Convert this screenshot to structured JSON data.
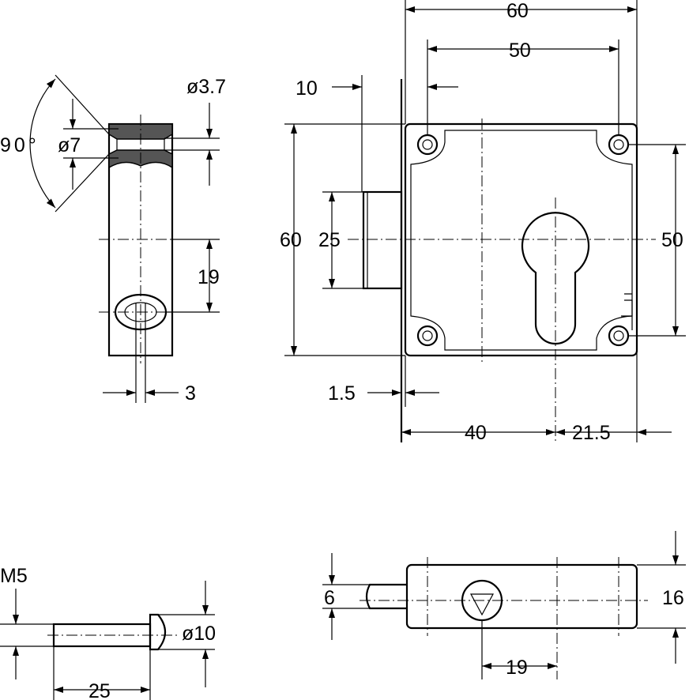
{
  "drawing": {
    "front_view": {
      "overall_width": "60",
      "hole_spacing_horizontal": "50",
      "bolt_projection": "10",
      "overall_height": "60",
      "bolt_height": "25",
      "hole_spacing_vertical": "50",
      "faceplate_thickness": "1.5",
      "backset": "40",
      "keyhole_to_edge": "21.5"
    },
    "side_view": {
      "hole_diameter": "ø3.7",
      "countersink_angle": "90°",
      "countersink_diameter": "ø7",
      "slot_offset": "19",
      "slot_width": "3"
    },
    "screw_view": {
      "thread": "M5",
      "head_diameter": "ø10",
      "length": "25"
    },
    "bottom_view": {
      "bolt_thickness": "6",
      "body_depth": "16",
      "keyhole_offset": "19"
    }
  }
}
